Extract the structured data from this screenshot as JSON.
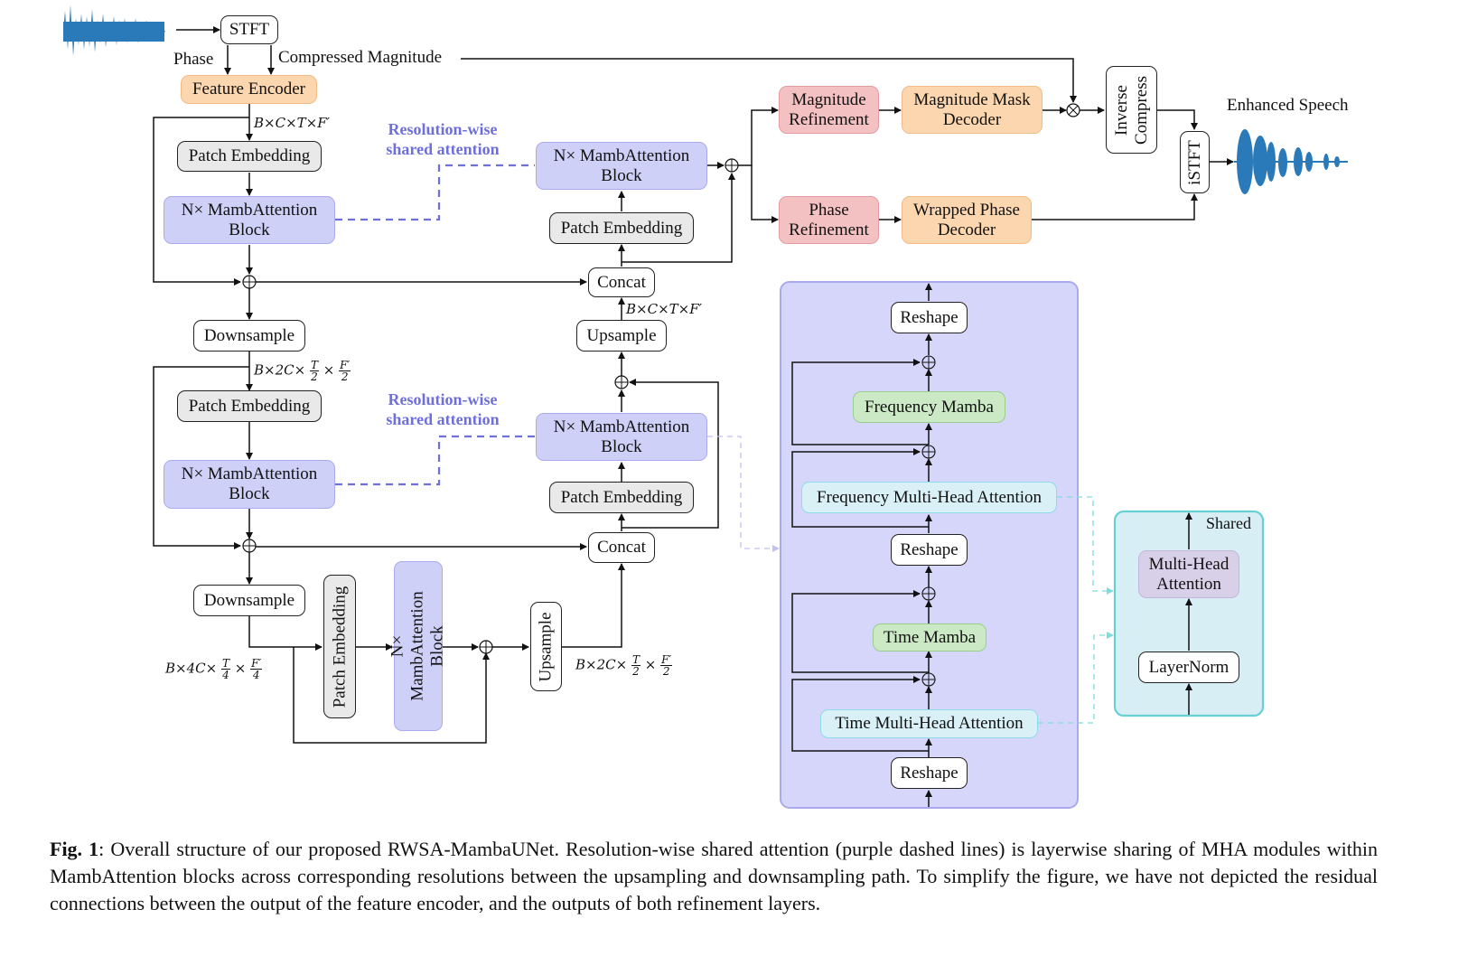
{
  "figure": {
    "input_signal_icon": "waveform-icon",
    "output_signal_icon": "waveform-icon",
    "stft": "STFT",
    "phase_label": "Phase",
    "compressed_magnitude_label": "Compressed Magnitude",
    "feature_encoder": "Feature Encoder",
    "shape_full": "B×C×T×F′",
    "shape_half_prefix": "B×2C×",
    "shape_quarter_prefix": "B×4C×",
    "frac_T2": {
      "num": "T",
      "den": "2"
    },
    "frac_F2": {
      "num": "F′",
      "den": "2"
    },
    "frac_T4": {
      "num": "T",
      "den": "4"
    },
    "frac_F4": {
      "num": "F′",
      "den": "4"
    },
    "times": "×",
    "patch_embedding": "Patch Embedding",
    "mambattention_line1": "N× MambAttention",
    "mambattention_line2": "Block",
    "mambattention_vertical": "N× MambAttention Block",
    "rwsa_line1": "Resolution-wise",
    "rwsa_line2": "shared attention",
    "downsample": "Downsample",
    "upsample": "Upsample",
    "concat": "Concat",
    "magnitude_refinement": [
      "Magnitude",
      "Refinement"
    ],
    "magnitude_mask_decoder": [
      "Magnitude Mask",
      "Decoder"
    ],
    "phase_refinement": [
      "Phase",
      "Refinement"
    ],
    "wrapped_phase_decoder": [
      "Wrapped Phase",
      "Decoder"
    ],
    "inverse_compress": [
      "Inverse",
      "Compress"
    ],
    "istft": "iSTFT",
    "enhanced_speech": "Enhanced Speech",
    "block_detail": {
      "reshape": "Reshape",
      "frequency_mamba": "Frequency Mamba",
      "frequency_mha": "Frequency Multi-Head Attention",
      "time_mamba": "Time Mamba",
      "time_mha": "Time Multi-Head Attention"
    },
    "shared_panel": {
      "label": "Shared",
      "mha": [
        "Multi-Head",
        "Attention"
      ],
      "layernorm": "LayerNorm"
    },
    "colors": {
      "mamba_block": "#cfd0f7",
      "patch_embedding": "#e9e9e9",
      "encoder_decoder": "#fbd6ae",
      "refinement": "#f4c1c3",
      "mamba": "#cce9c6",
      "attention": "#d8f0f6",
      "shared_panel": "#d8eef5",
      "rwsa_dash": "#6f6fdc",
      "waveform": "#2a7ab9"
    }
  },
  "caption": {
    "fig_label": "Fig. 1",
    "text": ": Overall structure of our proposed RWSA-MambaUNet. Resolution-wise shared attention (purple dashed lines) is layerwise sharing of MHA modules within MambAttention blocks across corresponding resolutions between the upsampling and downsampling path. To simplify the figure, we have not depicted the residual connections between the output of the feature encoder, and the outputs of both refinement layers."
  }
}
